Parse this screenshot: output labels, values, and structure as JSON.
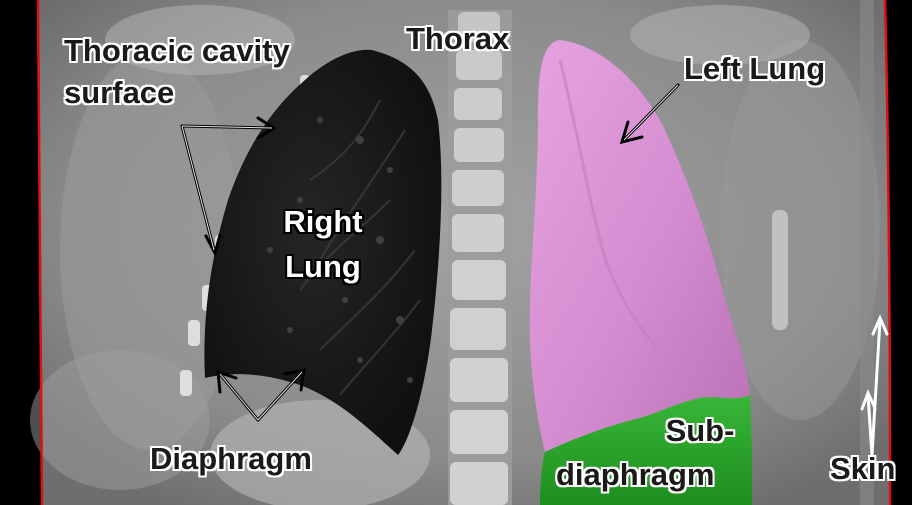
{
  "labels": {
    "thoracic_cavity_line1": "Thoracic cavity",
    "thoracic_cavity_line2": "surface",
    "thorax": "Thorax",
    "left_lung": "Left Lung",
    "right_lung_line1": "Right",
    "right_lung_line2": "Lung",
    "diaphragm": "Diaphragm",
    "subdiaphragm_line1": "Sub-",
    "subdiaphragm_line2": "diaphragm",
    "skin": "Skin"
  },
  "colors": {
    "left_lung_segmentation": "#d98ed5",
    "subdiaphragm_segmentation": "#2aa02a",
    "skin_contour": "#e01010",
    "background_ct": "#8f8f8f"
  }
}
